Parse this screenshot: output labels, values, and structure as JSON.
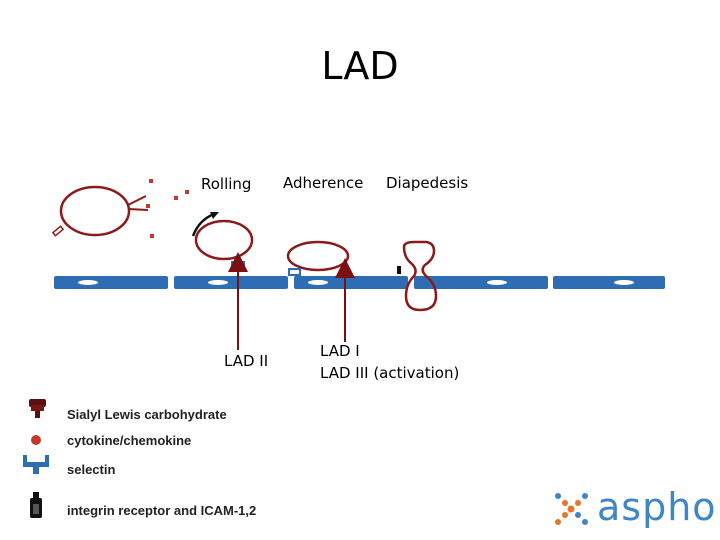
{
  "title": "LAD",
  "stages": {
    "rolling": "Rolling",
    "adherence": "Adherence",
    "diapedesis": "Diapedesis"
  },
  "defects": {
    "lad2": "LAD II",
    "lad1": "LAD I",
    "lad3": "LAD III (activation)"
  },
  "legend": [
    {
      "icon": "sialyl-lewis-icon",
      "label": "Sialyl Lewis carbohydrate"
    },
    {
      "icon": "cytokine-icon",
      "label": "cytokine/chemokine"
    },
    {
      "icon": "selectin-icon",
      "label": "selectin"
    },
    {
      "icon": "integrin-icon",
      "label": "integrin receptor and ICAM-1,2"
    }
  ],
  "brand": {
    "name": "aspho"
  },
  "colors": {
    "cell_outline": "#8b1a1a",
    "endothelium": "#2e6db4",
    "arrow": "#7a1010",
    "brand_blue": "#3f86c6",
    "brand_orange": "#e8742a"
  }
}
